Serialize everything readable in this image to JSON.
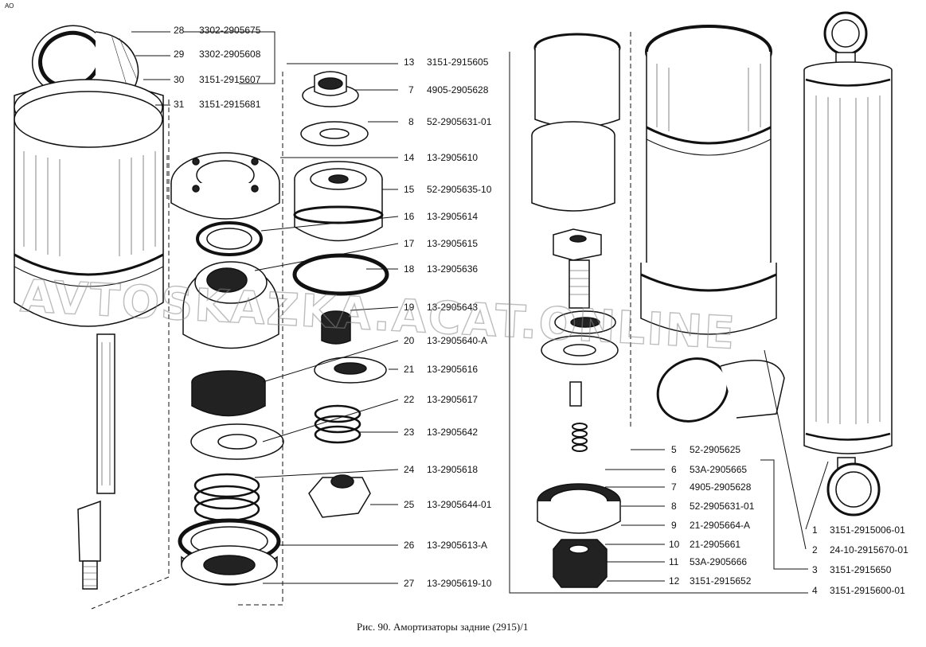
{
  "corner_mark": "АО",
  "caption": "Рис. 90. Амортизаторы задние (2915)/1",
  "watermark": "AVTOSKAZKA.ACAT.ONLINE",
  "callouts": [
    {
      "num": "28",
      "code": "3302-2905675"
    },
    {
      "num": "29",
      "code": "3302-2905608"
    },
    {
      "num": "30",
      "code": "3151-2915607"
    },
    {
      "num": "31",
      "code": "3151-2915681"
    },
    {
      "num": "13",
      "code": "3151-2915605"
    },
    {
      "num": "7",
      "code": "4905-2905628"
    },
    {
      "num": "8",
      "code": "52-2905631-01"
    },
    {
      "num": "14",
      "code": "13-2905610"
    },
    {
      "num": "15",
      "code": "52-2905635-10"
    },
    {
      "num": "16",
      "code": "13-2905614"
    },
    {
      "num": "17",
      "code": "13-2905615"
    },
    {
      "num": "18",
      "code": "13-2905636"
    },
    {
      "num": "19",
      "code": "13-2905643"
    },
    {
      "num": "20",
      "code": "13-2905640-А"
    },
    {
      "num": "21",
      "code": "13-2905616"
    },
    {
      "num": "22",
      "code": "13-2905617"
    },
    {
      "num": "23",
      "code": "13-2905642"
    },
    {
      "num": "24",
      "code": "13-2905618"
    },
    {
      "num": "25",
      "code": "13-2905644-01"
    },
    {
      "num": "26",
      "code": "13-2905613-А"
    },
    {
      "num": "27",
      "code": "13-2905619-10"
    },
    {
      "num": "5",
      "code": "52-2905625"
    },
    {
      "num": "6",
      "code": "53А-2905665"
    },
    {
      "num": "7",
      "code": "4905-2905628"
    },
    {
      "num": "8",
      "code": "52-2905631-01"
    },
    {
      "num": "9",
      "code": "21-2905664-А"
    },
    {
      "num": "10",
      "code": "21-2905661"
    },
    {
      "num": "11",
      "code": "53А-2905666"
    },
    {
      "num": "12",
      "code": "3151-2915652"
    },
    {
      "num": "1",
      "code": "3151-2915006-01"
    },
    {
      "num": "2",
      "code": "24-10-2915670-01"
    },
    {
      "num": "3",
      "code": "3151-2915650"
    },
    {
      "num": "4",
      "code": "3151-2915600-01"
    }
  ]
}
